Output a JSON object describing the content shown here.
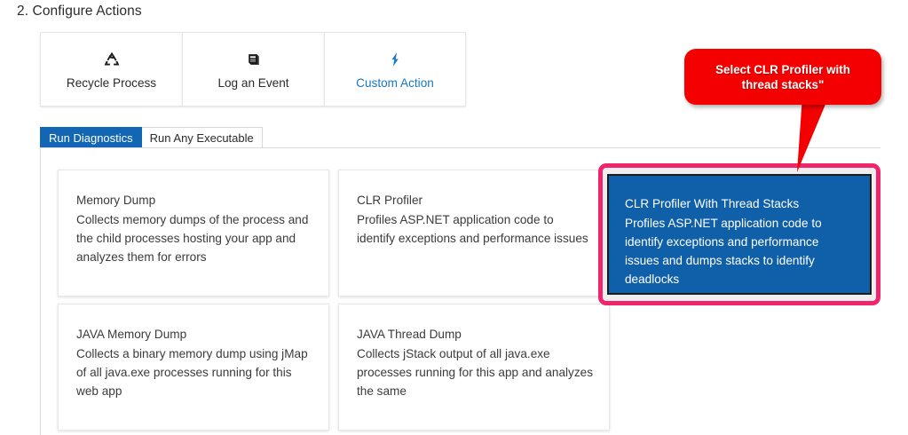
{
  "section": {
    "title": "2. Configure Actions"
  },
  "actions": {
    "tiles": [
      {
        "label": "Recycle Process",
        "icon": "recycle-icon",
        "active": false
      },
      {
        "label": "Log an Event",
        "icon": "book-icon",
        "active": false
      },
      {
        "label": "Custom Action",
        "icon": "lightning-bolt-icon",
        "active": true
      }
    ]
  },
  "tabs": [
    {
      "label": "Run Diagnostics",
      "selected": true
    },
    {
      "label": "Run Any Executable",
      "selected": false
    }
  ],
  "cards": [
    {
      "title": "Memory Dump",
      "desc": "Collects memory dumps of the process and the child processes hosting your app and analyzes them for errors",
      "selected": false
    },
    {
      "title": "CLR Profiler",
      "desc": "Profiles ASP.NET application code to identify exceptions and performance issues",
      "selected": false
    },
    {
      "title": "CLR Profiler With Thread Stacks",
      "desc": "Profiles ASP.NET application code to identify exceptions and performance issues and dumps stacks to identify deadlocks",
      "selected": true
    },
    {
      "title": "JAVA Memory Dump",
      "desc": "Collects a binary memory dump using jMap of all java.exe processes running for this web app",
      "selected": false
    },
    {
      "title": "JAVA Thread Dump",
      "desc": "Collects jStack output of all java.exe processes running for this app and analyzes the same",
      "selected": false
    }
  ],
  "callout": {
    "text": "Select CLR Profiler with thread stacks\""
  },
  "colors": {
    "tab_selected": "#1266b3",
    "card_selected_fill": "#0f60a8",
    "highlight_ring": "#f2246e",
    "callout_red": "#f40000",
    "accent_link": "#1777c8"
  }
}
